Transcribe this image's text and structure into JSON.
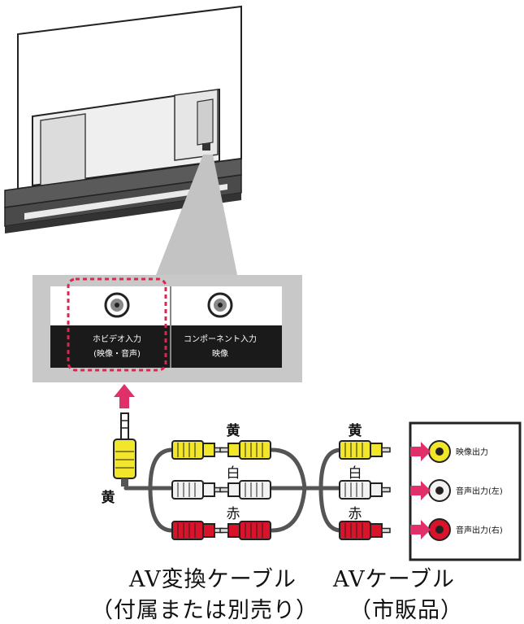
{
  "colors": {
    "yellow": "#f2e62a",
    "white_plug": "#f2f2f2",
    "red": "#d8132a",
    "arrow": "#e0306a",
    "panel": "#c8c8c8",
    "dark": "#111111"
  },
  "icons": [
    "tv-icon",
    "up-arrow-icon",
    "right-arrow-icon",
    "jack-icon",
    "plug-icon"
  ],
  "panel": {
    "video_input_label_1": "ホビデオ入力",
    "video_input_label_2": "(映像・音声)",
    "component_input_label_1": "コンポーネント入力",
    "component_input_label_2": "映像"
  },
  "colors_text": {
    "yellow": "黄",
    "white": "白",
    "red": "赤"
  },
  "device_outputs": {
    "video": "映像出力",
    "audio_left": "音声出力(左)",
    "audio_right": "音声出力(右)"
  },
  "captions": {
    "av_conversion_cable": "AV変換ケーブル",
    "av_conversion_cable_note": "（付属または別売り）",
    "av_cable": "AVケーブル",
    "av_cable_note": "（市販品）"
  }
}
